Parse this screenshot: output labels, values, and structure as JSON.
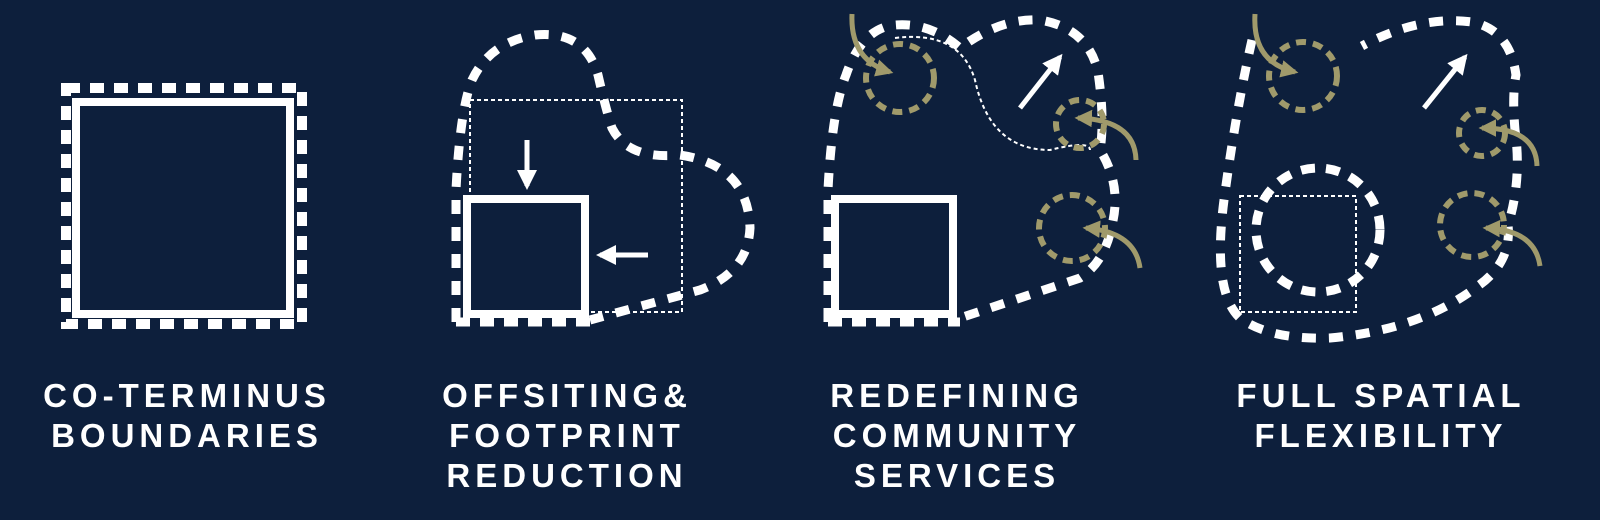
{
  "colors": {
    "background": "#0d1f3c",
    "foreground": "#ffffff",
    "accent": "#a09a6b"
  },
  "panels": [
    {
      "caption_lines": [
        "CO-TERMINUS",
        "BOUNDARIES"
      ]
    },
    {
      "caption_lines": [
        "OFFSITING&",
        "FOOTPRINT",
        "REDUCTION"
      ]
    },
    {
      "caption_lines": [
        "REDEFINING",
        "COMMUNITY",
        "SERVICES"
      ]
    },
    {
      "caption_lines": [
        "FULL SPATIAL",
        "FLEXIBILITY"
      ]
    }
  ]
}
